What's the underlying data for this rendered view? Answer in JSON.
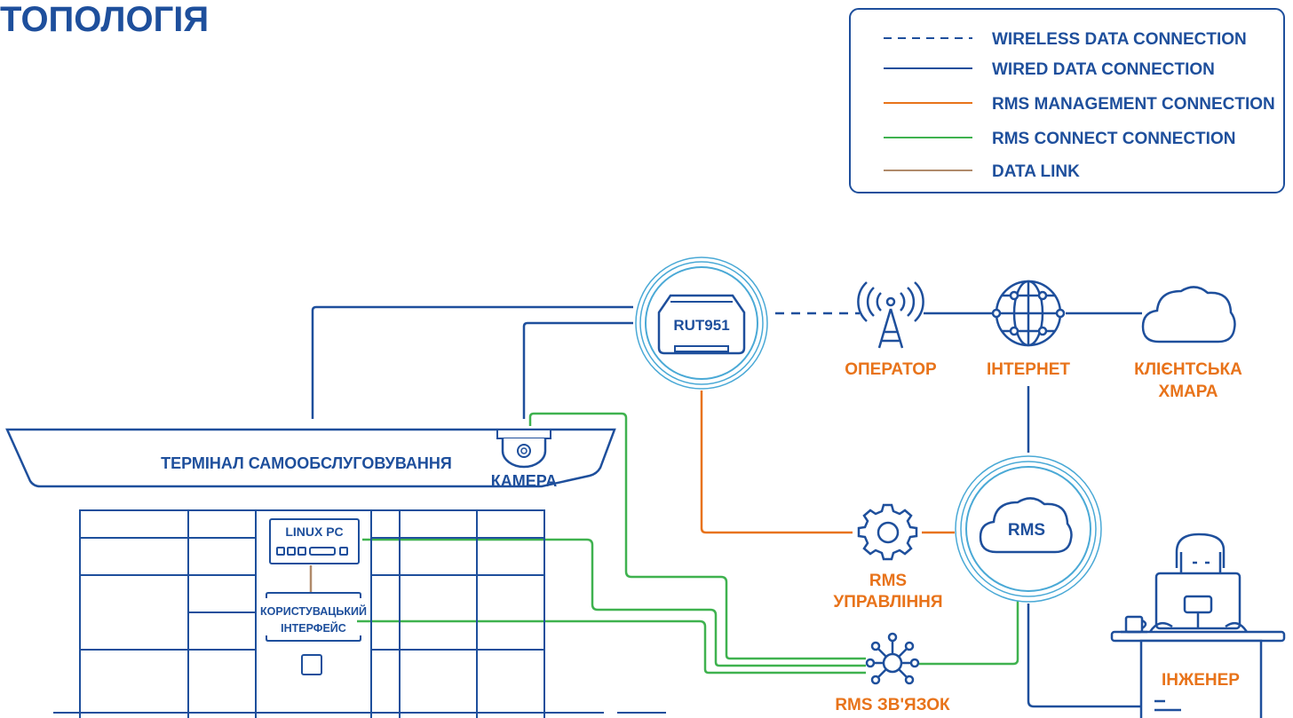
{
  "title": "ТОПОЛОГІЯ",
  "legend": {
    "items": [
      {
        "label": "WIRELESS DATA CONNECTION",
        "style": "dashed",
        "color": "#1e4f9c"
      },
      {
        "label": "WIRED DATA CONNECTION",
        "style": "solid",
        "color": "#1e4f9c"
      },
      {
        "label": "RMS MANAGEMENT CONNECTION",
        "style": "solid",
        "color": "#e8731a"
      },
      {
        "label": "RMS CONNECT CONNECTION",
        "style": "solid",
        "color": "#3fb24f"
      },
      {
        "label": "DATA LINK",
        "style": "solid",
        "color": "#b08a6a"
      }
    ]
  },
  "nodes": {
    "router": "RUT951",
    "operator": "ОПЕРАТОР",
    "internet": "ІНТЕРНЕТ",
    "client_cloud_line1": "КЛІЄНТСЬКА",
    "client_cloud_line2": "ХМАРА",
    "terminal": "ТЕРМІНАЛ САМООБСЛУГОВУВАННЯ",
    "camera": "КАМЕРА",
    "linux_pc": "LINUX PC",
    "ui_line1": "КОРИСТУВАЦЬКИЙ",
    "ui_line2": "ІНТЕРФЕЙС",
    "rms": "RMS",
    "rms_mgmt_line1": "RMS",
    "rms_mgmt_line2": "УПРАВЛІННЯ",
    "rms_connect": "RMS ЗВ'ЯЗОК",
    "engineer": "ІНЖЕНЕР"
  },
  "colors": {
    "blue": "#1e4f9c",
    "light_blue": "#4aa9d6",
    "orange": "#e8731a",
    "green": "#3fb24f",
    "brown": "#b08a6a"
  }
}
